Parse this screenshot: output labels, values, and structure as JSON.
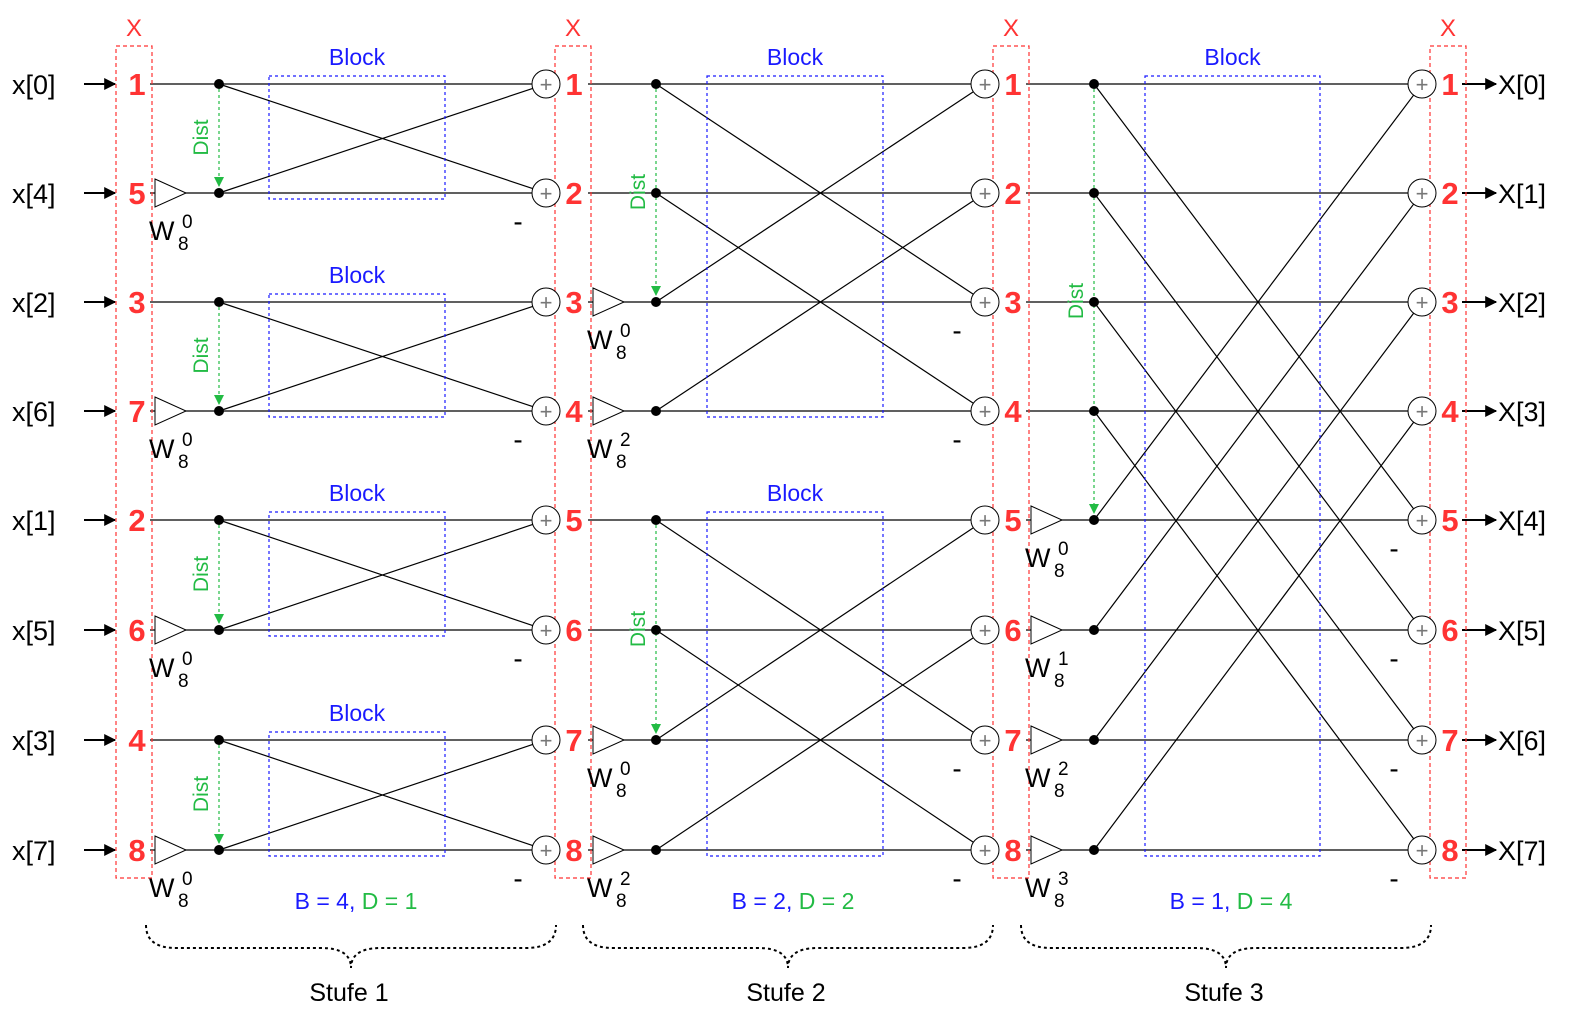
{
  "inputs": [
    "x[0]",
    "x[4]",
    "x[2]",
    "x[6]",
    "x[1]",
    "x[5]",
    "x[3]",
    "x[7]"
  ],
  "outputs": [
    "X[0]",
    "X[1]",
    "X[2]",
    "X[3]",
    "X[4]",
    "X[5]",
    "X[6]",
    "X[7]"
  ],
  "input_order_numbers": [
    "1",
    "5",
    "3",
    "7",
    "2",
    "6",
    "4",
    "8"
  ],
  "stage_numbers": [
    "1",
    "2",
    "3",
    "4",
    "5",
    "6",
    "7",
    "8"
  ],
  "x_marker": "X",
  "block_label": "Block",
  "dist_label": "Dist",
  "minus_sign": "-",
  "plus_sign": "+",
  "twiddle_base": "W",
  "twiddle_sub": "8",
  "stages": [
    {
      "name": "Stufe 1",
      "b_text": "B = 4",
      "comma": ",",
      "d_text": "D = 1",
      "twiddles": [
        {
          "row": 1,
          "exp": "0"
        },
        {
          "row": 3,
          "exp": "0"
        },
        {
          "row": 5,
          "exp": "0"
        },
        {
          "row": 7,
          "exp": "0"
        }
      ]
    },
    {
      "name": "Stufe 2",
      "b_text": "B = 2",
      "comma": ",",
      "d_text": "D = 2",
      "twiddles": [
        {
          "row": 2,
          "exp": "0"
        },
        {
          "row": 3,
          "exp": "2"
        },
        {
          "row": 6,
          "exp": "0"
        },
        {
          "row": 7,
          "exp": "2"
        }
      ]
    },
    {
      "name": "Stufe 3",
      "b_text": "B = 1",
      "comma": ",",
      "d_text": "D = 4",
      "twiddles": [
        {
          "row": 4,
          "exp": "0"
        },
        {
          "row": 5,
          "exp": "1"
        },
        {
          "row": 6,
          "exp": "2"
        },
        {
          "row": 7,
          "exp": "3"
        }
      ]
    }
  ],
  "colors": {
    "marker_red": "#ff3333",
    "block_blue": "#1a1aff",
    "dist_green": "#22bb44",
    "line_black": "#000000",
    "adder_grey": "#777777"
  }
}
